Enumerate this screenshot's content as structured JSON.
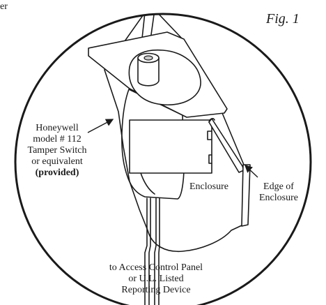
{
  "figure": {
    "corner_text": "er",
    "fig_label": "Fig. 1"
  },
  "labels": {
    "switch": [
      "Honeywell",
      "model # 112",
      "Tamper Switch",
      "or equivalent",
      "(provided)"
    ],
    "enclosure": "Enclosure",
    "edge": [
      "Edge of",
      "Enclosure"
    ],
    "wiring": [
      "to Access Control Panel",
      "or U.L. Listed",
      "Reporting Device"
    ]
  },
  "colors": {
    "ink": "#1a1a1a",
    "background": "#ffffff",
    "plunger_tip": "#c9c9c9"
  }
}
